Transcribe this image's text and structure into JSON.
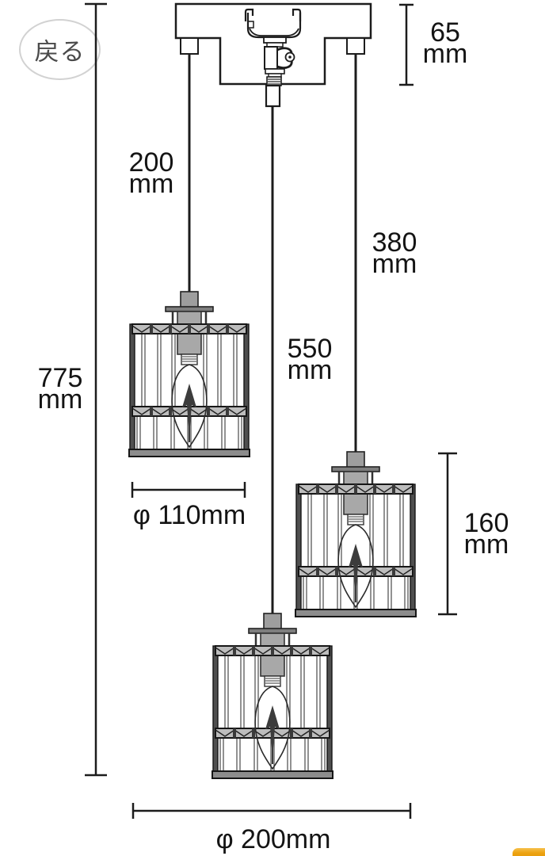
{
  "page": {
    "background": "#ffffff",
    "corner_accent_color": "#eda312"
  },
  "header": {
    "back_button": {
      "label": "戻る"
    }
  },
  "diagram": {
    "dims": {
      "d65": {
        "num": "65",
        "unit": "mm"
      },
      "d200": {
        "num": "200",
        "unit": "mm"
      },
      "d380": {
        "num": "380",
        "unit": "mm"
      },
      "d550": {
        "num": "550",
        "unit": "mm"
      },
      "d775": {
        "num": "775",
        "unit": "mm"
      },
      "d160": {
        "num": "160",
        "unit": "mm"
      },
      "dia110": {
        "label": "φ 110mm"
      },
      "dia200": {
        "label": "φ 200mm"
      }
    }
  }
}
